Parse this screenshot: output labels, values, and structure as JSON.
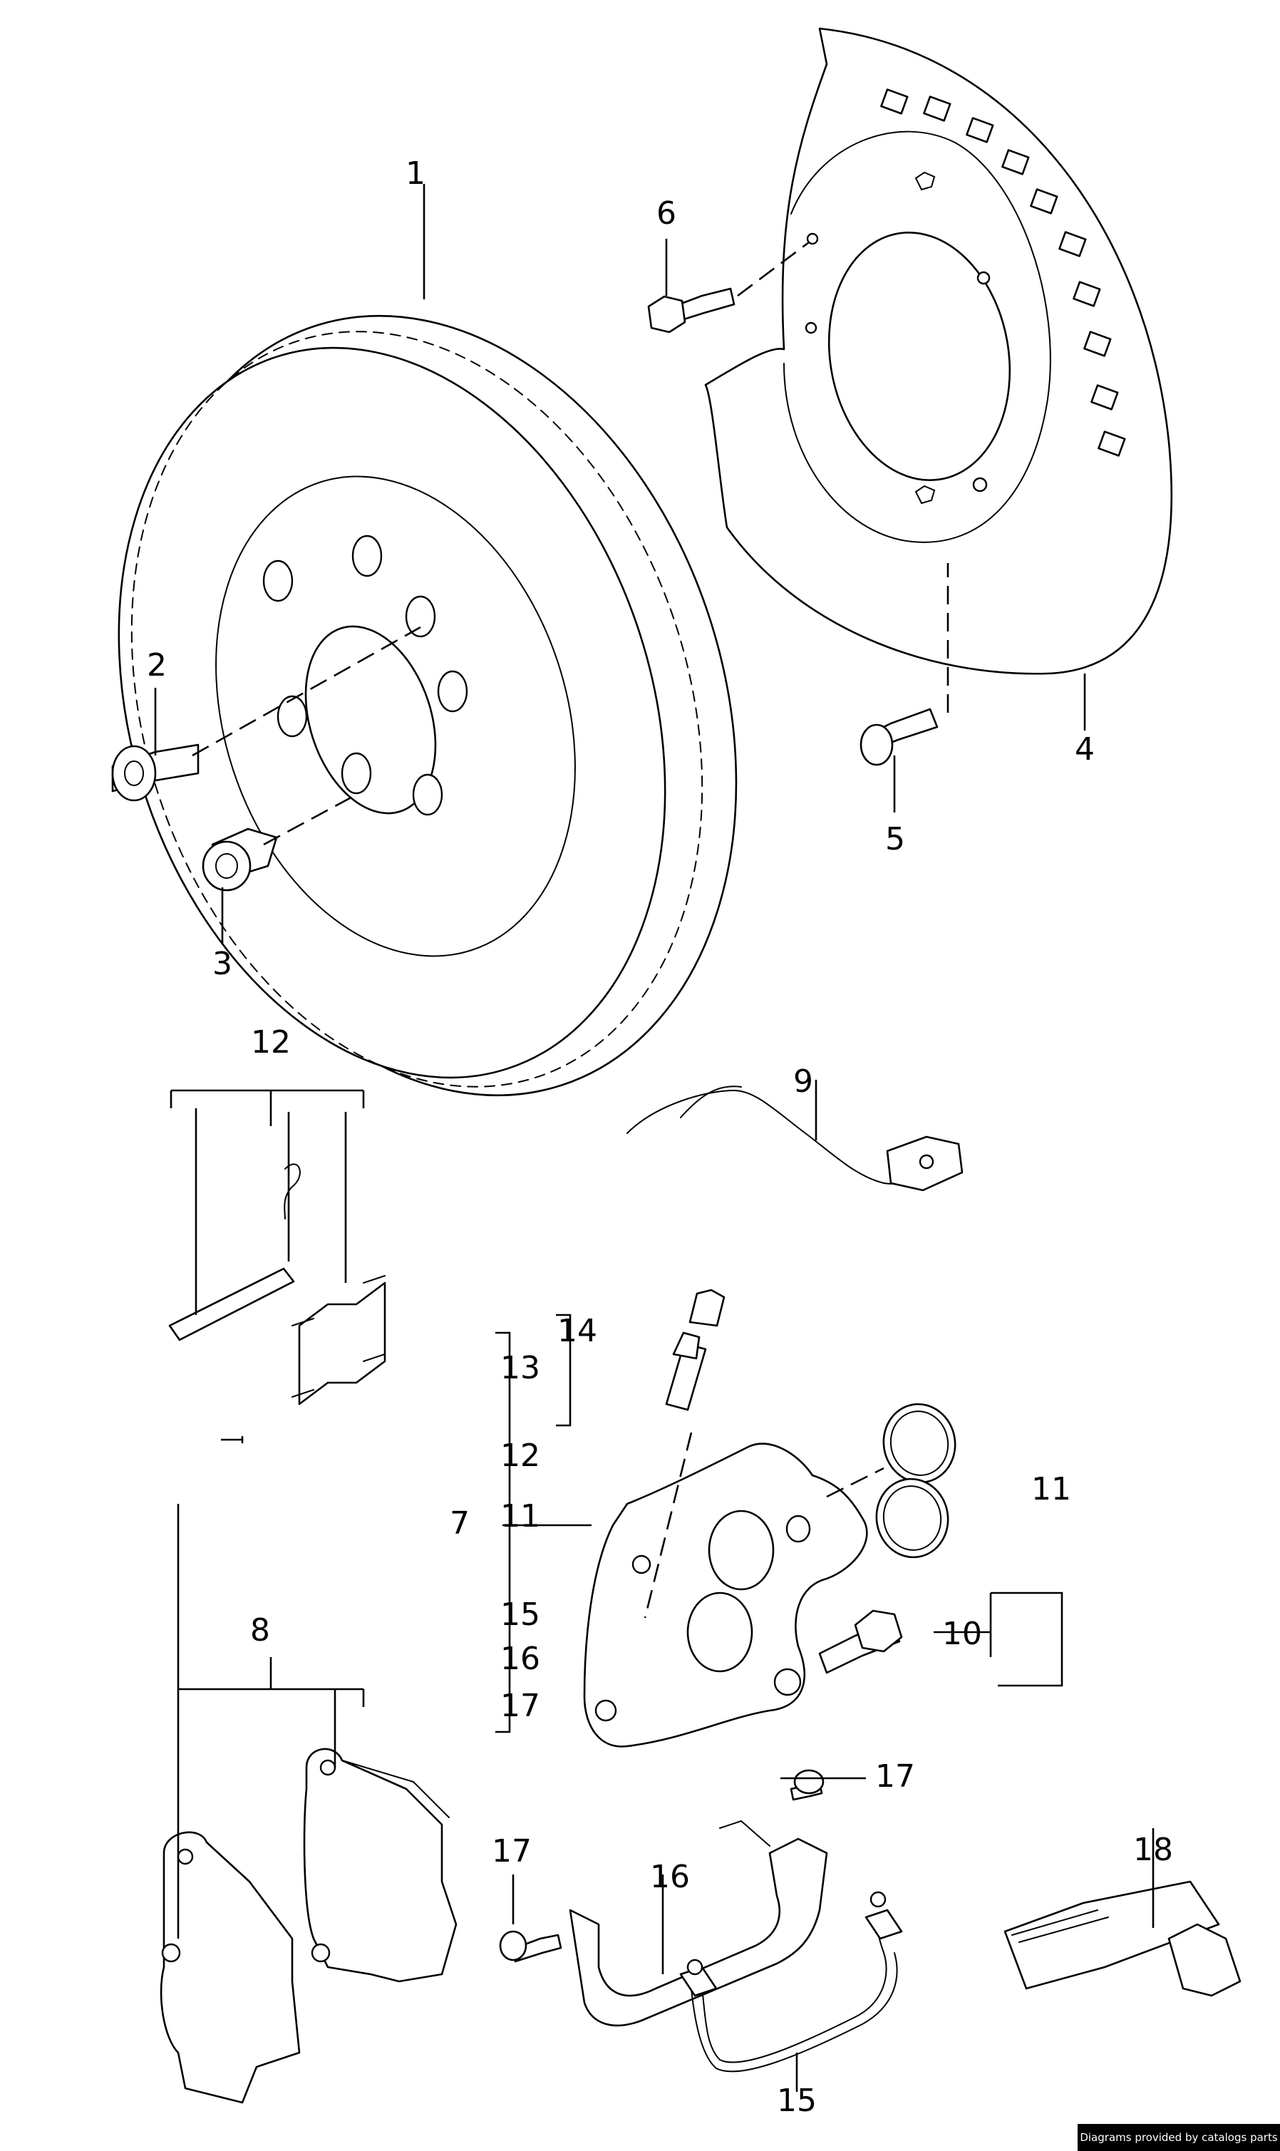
{
  "callouts": {
    "c1": "1",
    "c2": "2",
    "c3": "3",
    "c4": "4",
    "c5": "5",
    "c6": "6",
    "c7": "7",
    "c8": "8",
    "c9": "9",
    "c10": "10",
    "c11a": "11",
    "c11b": "11",
    "c12a": "12",
    "c12b": "12",
    "c13": "13",
    "c14": "14",
    "c15a": "15",
    "c15b": "15",
    "c16a": "16",
    "c16b": "16",
    "c17a": "17",
    "c17b": "17",
    "c17c": "17",
    "c18": "18"
  },
  "credit": "Diagrams provided by catalogs parts"
}
